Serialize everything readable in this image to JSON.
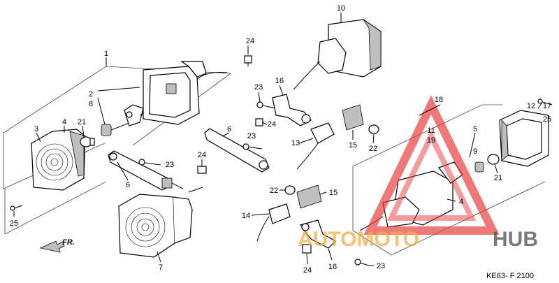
{
  "diagram": {
    "callouts": [
      {
        "id": "c1",
        "text": "1"
      },
      {
        "id": "c2",
        "text": "2"
      },
      {
        "id": "c8",
        "text": "8"
      },
      {
        "id": "c3",
        "text": "3"
      },
      {
        "id": "c4a",
        "text": "4"
      },
      {
        "id": "c21a",
        "text": "21"
      },
      {
        "id": "c25a",
        "text": "25"
      },
      {
        "id": "c6a",
        "text": "6"
      },
      {
        "id": "c7",
        "text": "7"
      },
      {
        "id": "c24a",
        "text": "24"
      },
      {
        "id": "c23a",
        "text": "23"
      },
      {
        "id": "c10",
        "text": "10"
      },
      {
        "id": "c24b",
        "text": "24"
      },
      {
        "id": "c23b",
        "text": "23"
      },
      {
        "id": "c16a",
        "text": "16"
      },
      {
        "id": "c24c",
        "text": "24"
      },
      {
        "id": "c6b",
        "text": "6"
      },
      {
        "id": "c23c",
        "text": "23"
      },
      {
        "id": "c13",
        "text": "13"
      },
      {
        "id": "c15a",
        "text": "15"
      },
      {
        "id": "c22a",
        "text": "22"
      },
      {
        "id": "c22b",
        "text": "22"
      },
      {
        "id": "c15b",
        "text": "15"
      },
      {
        "id": "c14",
        "text": "14"
      },
      {
        "id": "c16b",
        "text": "16"
      },
      {
        "id": "c24d",
        "text": "24"
      },
      {
        "id": "c23d",
        "text": "23"
      },
      {
        "id": "c18",
        "text": "18"
      },
      {
        "id": "c11",
        "text": "11"
      },
      {
        "id": "c19",
        "text": "19"
      },
      {
        "id": "c5",
        "text": "5"
      },
      {
        "id": "c9",
        "text": "9"
      },
      {
        "id": "c4b",
        "text": "4"
      },
      {
        "id": "c21b",
        "text": "21"
      },
      {
        "id": "c12",
        "text": "12"
      },
      {
        "id": "c25b",
        "text": "25"
      },
      {
        "id": "c17",
        "text": "17"
      }
    ],
    "direction_label": "FR.",
    "figure_code": "KE63- F 2100"
  },
  "watermark": {
    "text_part1": "AUTOMOTO",
    "text_part2": "HUB",
    "color_primary": "#e8383a",
    "color_secondary": "#f2a93b",
    "color_dark": "#3a3a3a"
  }
}
